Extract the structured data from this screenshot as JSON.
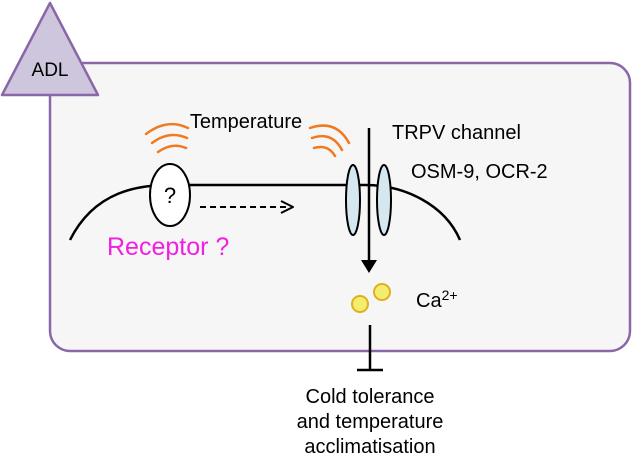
{
  "cell": {
    "name": "ADL",
    "fill": "#f7f6f7",
    "border": "#8a68a8",
    "tag_fill": "#cdc6dd"
  },
  "stimulus": {
    "label": "Temperature",
    "wave_color": "#f07a20"
  },
  "receptor": {
    "symbol": "?",
    "label": "Receptor ?",
    "label_color": "#f020e0"
  },
  "channel": {
    "name": "TRPV channel",
    "subunits": "OSM-9, OCR-2",
    "fill": "#d6e8ef"
  },
  "ion": {
    "base": "Ca",
    "superscript": "2+",
    "fill": "#f4ec6e",
    "stroke": "#e0b020"
  },
  "outcome": {
    "line1": "Cold tolerance",
    "line2": "and temperature",
    "line3": "acclimatisation"
  }
}
